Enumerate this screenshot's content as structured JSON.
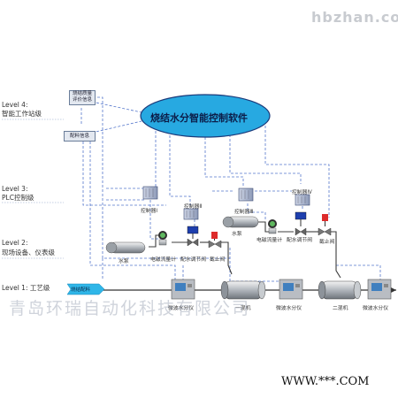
{
  "corner_watermark": "hbzhan.com",
  "levels": {
    "level4_title": "Level 4:",
    "level4_desc": "智能工作站级",
    "level3_title": "Level 3:",
    "level3_desc": "PLC控制级",
    "level2_title": "Level 2:",
    "level2_desc": "现场设备、仪表级",
    "level1": "Level 1: 工艺级"
  },
  "software": {
    "ellipse_label": "烧结水分智能控制软件",
    "status_box_line1": "烧结质量",
    "status_box_line2": "评价信息",
    "ingredient_box": "配料信息"
  },
  "controllers": {
    "c1": "控制器Ⅰ",
    "c2": "控制器Ⅱ",
    "c3": "控制器Ⅲ",
    "c4": "控制器Ⅳ"
  },
  "field": {
    "pump_left": "水泵",
    "flowmeter_left": "电磁流量计",
    "valve_left": "配水调节阀",
    "cutoff_left": "截止阀",
    "pump_right": "水泵",
    "flowmeter_right": "电磁流量计",
    "valve_right": "配水调节阀",
    "cutoff_right": "截止阀"
  },
  "process": {
    "arrow_label": "烧结配料",
    "moisture_1": "微波水分仪",
    "mixer_1": "一混机",
    "moisture_2": "微波水分仪",
    "mixer_2": "二混机",
    "moisture_3": "微波水分仪"
  },
  "company_watermark": "青岛环瑞自动化科技有限公司",
  "footer_url": "WWW.***.COM",
  "colors": {
    "ellipse_fill": "#27a9e1",
    "ellipse_stroke": "#1b3a7a",
    "dashed_line": "#5577cc",
    "water_line": "#3c3c3c",
    "process_arrow": "#2fb6e8",
    "valve_red": "#dd2b2b"
  }
}
